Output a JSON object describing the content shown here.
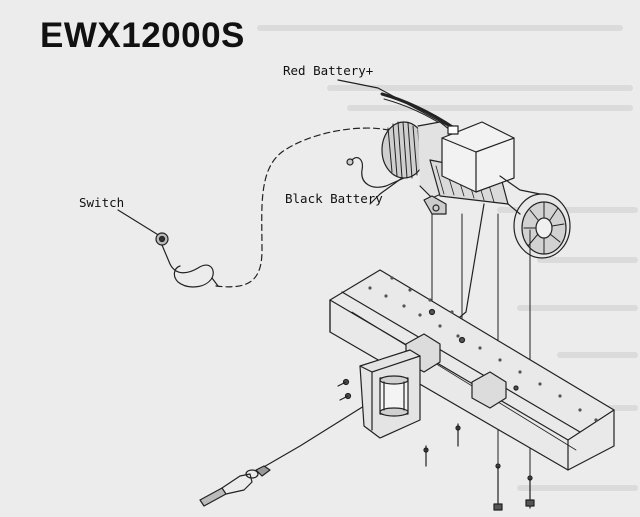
{
  "title": "EWX12000S",
  "labels": {
    "red_battery": "Red Battery+",
    "black_battery": "Black Battery",
    "switch": "Switch"
  },
  "icons": {
    "winch": "winch-icon",
    "mounting_plate": "mounting-plate-icon",
    "fairlead": "roller-fairlead-icon",
    "hook": "hook-icon",
    "switch": "remote-switch-icon"
  }
}
